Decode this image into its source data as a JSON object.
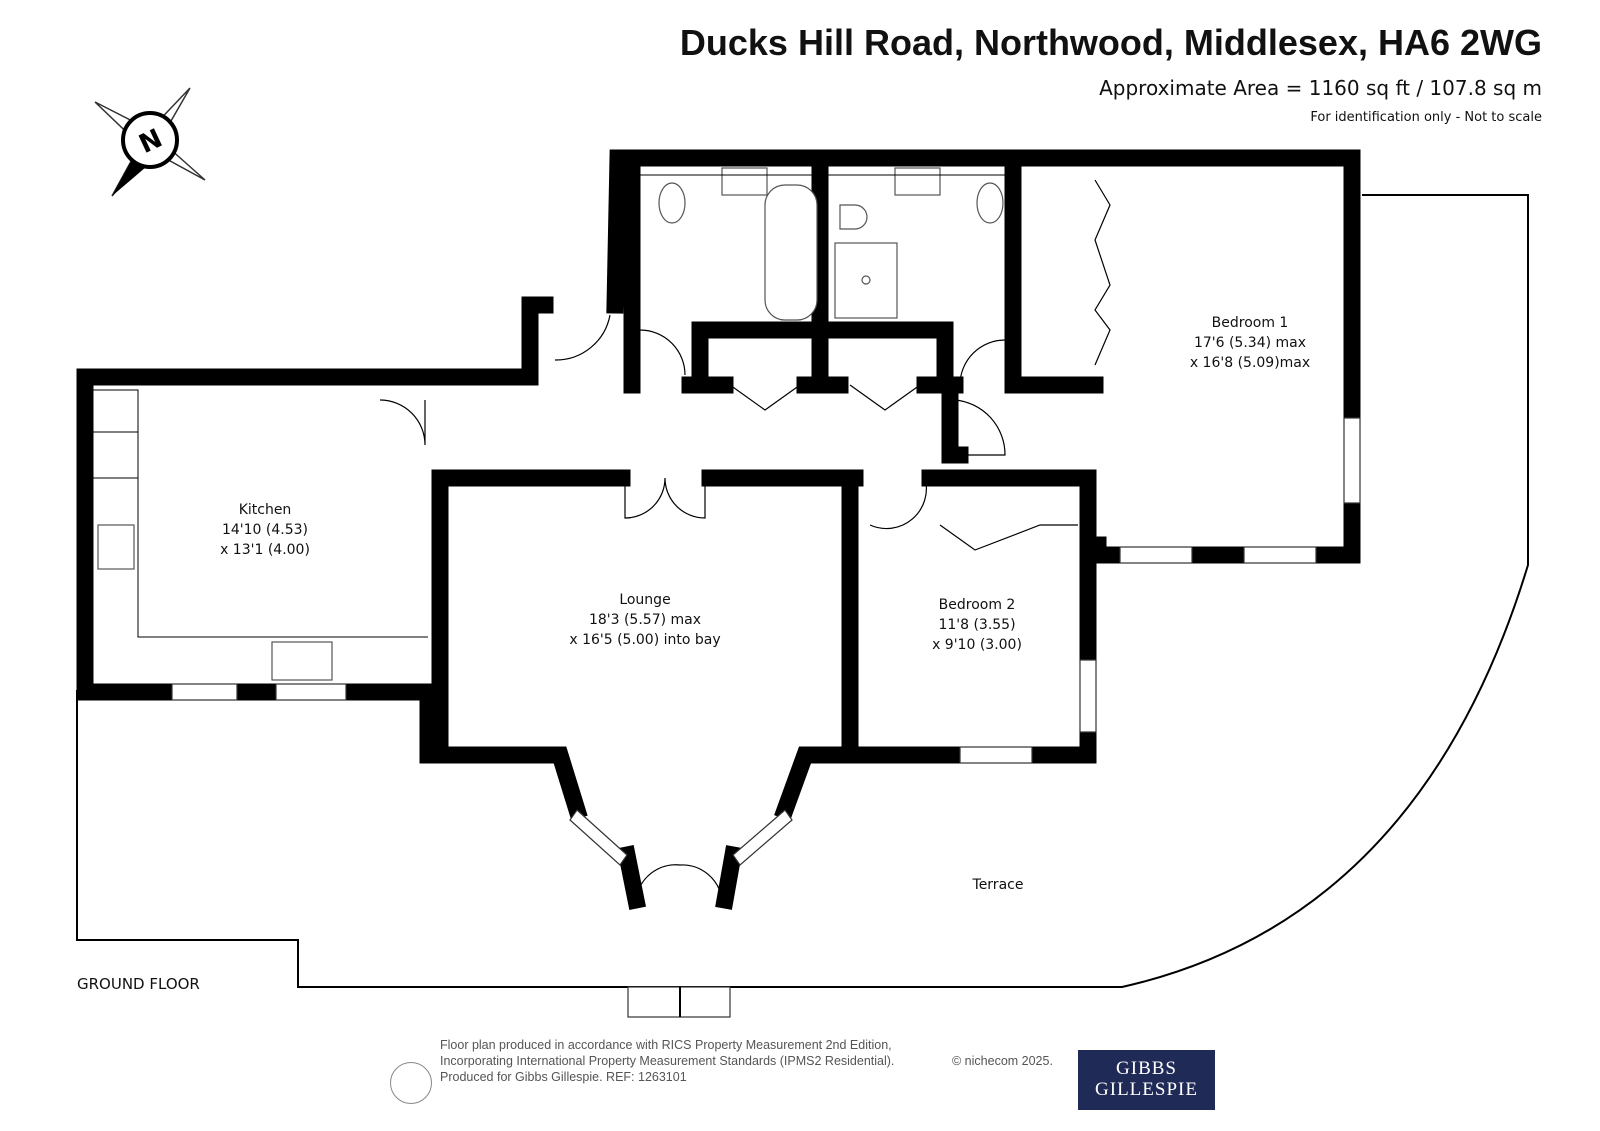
{
  "header": {
    "title": "Ducks Hill Road, Northwood, Middlesex, HA6 2WG",
    "area": "Approximate Area = 1160 sq ft / 107.8 sq m",
    "note": "For identification only - Not to scale"
  },
  "compass": {
    "label": "N"
  },
  "rooms": {
    "kitchen": {
      "name": "Kitchen",
      "dim1": "14'10 (4.53)",
      "dim2": "x 13'1 (4.00)"
    },
    "lounge": {
      "name": "Lounge",
      "dim1": "18'3 (5.57) max",
      "dim2": "x 16'5 (5.00) into bay"
    },
    "bedroom1": {
      "name": "Bedroom 1",
      "dim1": "17'6 (5.34) max",
      "dim2": "x 16'8 (5.09)max"
    },
    "bedroom2": {
      "name": "Bedroom 2",
      "dim1": "11'8 (3.55)",
      "dim2": "x 9'10 (3.00)"
    },
    "terrace": {
      "name": "Terrace"
    }
  },
  "floor_label": "GROUND FLOOR",
  "footer": {
    "line1": "Floor plan produced in accordance with RICS Property Measurement 2nd Edition,",
    "line2": "Incorporating International Property Measurement Standards (IPMS2 Residential).",
    "line3": "Produced for Gibbs Gillespie.   REF:  1263101",
    "copyright": "© nichecom 2025.",
    "logo_line1": "GIBBS",
    "logo_line2": "GILLESPIE"
  }
}
